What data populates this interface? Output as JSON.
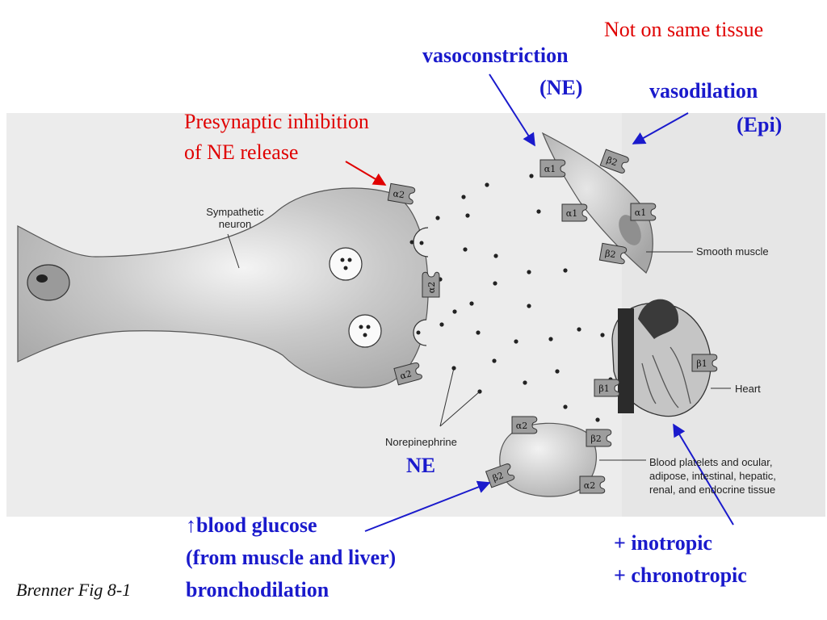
{
  "annotations": {
    "not_same_tissue": "Not on same tissue",
    "vasoconstriction": "vasoconstriction",
    "ne_paren": "(NE)",
    "vasodilation": "vasodilation",
    "epi_paren": "(Epi)",
    "presynaptic_line1": "Presynaptic inhibition",
    "presynaptic_line2": "of NE release",
    "ne": "NE",
    "glucose_line1": "↑blood glucose",
    "glucose_line2": "(from muscle and liver)",
    "glucose_line3": "bronchodilation",
    "inotropic": "+ inotropic",
    "chronotropic": "+ chronotropic",
    "citation": "Brenner Fig 8-1"
  },
  "figure_labels": {
    "sympathetic_neuron_1": "Sympathetic",
    "sympathetic_neuron_2": "neuron",
    "smooth_muscle": "Smooth muscle",
    "heart": "Heart",
    "norepinephrine": "Norepinephrine",
    "tissue_1": "Blood platelets and ocular,",
    "tissue_2": "adipose, intestinal, hepatic,",
    "tissue_3": "renal, and endocrine tissue"
  },
  "receptors": {
    "alpha1": "α1",
    "alpha2": "α2",
    "beta1": "β1",
    "beta2": "β2"
  },
  "colors": {
    "red_text": "#e00000",
    "blue_text": "#1a1acc",
    "figure_gray": "#b8b8b8"
  }
}
